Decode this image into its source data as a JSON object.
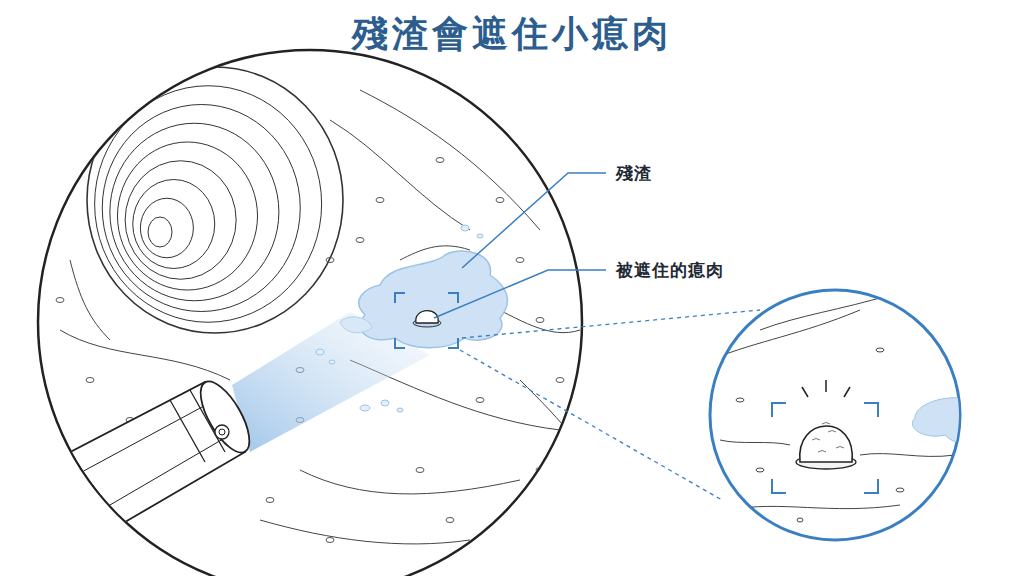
{
  "diagram": {
    "title": "殘渣會遮住小瘜肉",
    "labels": [
      "殘渣",
      "被遮住的瘜肉"
    ]
  }
}
